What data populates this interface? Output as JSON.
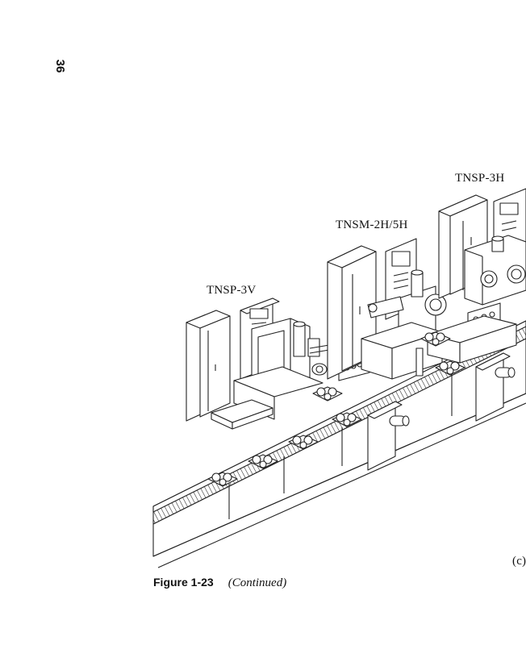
{
  "page": {
    "number": "36"
  },
  "figure": {
    "labels": {
      "tnsp_3h": "TNSP-3H",
      "tnsm": "TNSM-2H/5H",
      "tnsp_3v": "TNSP-3V",
      "sub_label": "(c)"
    },
    "caption": {
      "figure_number": "Figure 1-23",
      "text": "(Continued)"
    }
  }
}
